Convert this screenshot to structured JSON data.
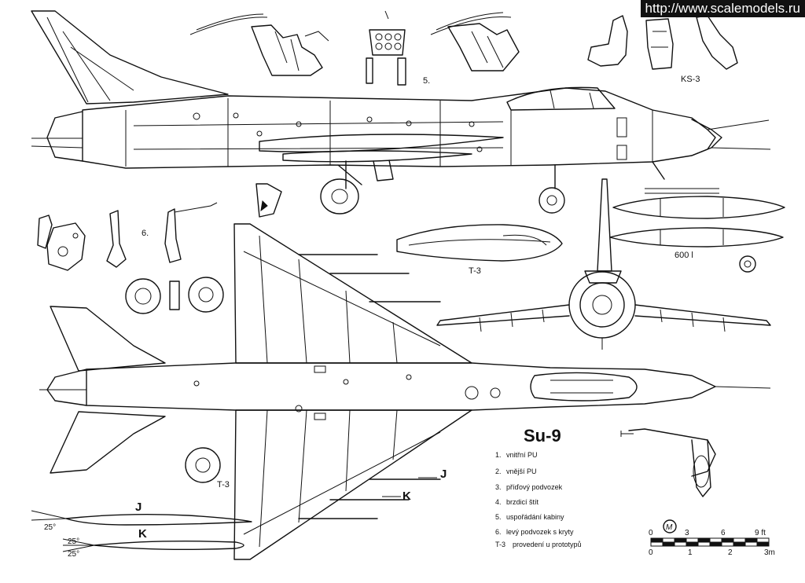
{
  "watermark": {
    "url": "http://www.scalemodels.ru"
  },
  "title": "Su-9",
  "view_labels": {
    "cockpit": "5.",
    "seat": "KS-3",
    "legs": "6.",
    "spine": "T-3",
    "wheel": "T-3",
    "tank": "600 l"
  },
  "legend": [
    {
      "num": "1.",
      "text": "vnitřní PU"
    },
    {
      "num": "2.",
      "text": "vnější PU"
    },
    {
      "num": "3.",
      "text": "příďový podvozek"
    },
    {
      "num": "4.",
      "text": "brzdicí štít"
    },
    {
      "num": "5.",
      "text": "uspořádání kabiny"
    },
    {
      "num": "6.",
      "text": "levý podvozek s kryty"
    },
    {
      "num": "T-3",
      "text": "provedení u prototypů"
    }
  ],
  "section_marks": {
    "j": "J",
    "k": "K",
    "angle": "25°"
  },
  "scale_bar": {
    "feet": [
      "0",
      "3",
      "6",
      "9 ft"
    ],
    "meters": [
      "0",
      "1",
      "2",
      "3m"
    ]
  },
  "colors": {
    "ink": "#111111",
    "paper": "#ffffff"
  }
}
